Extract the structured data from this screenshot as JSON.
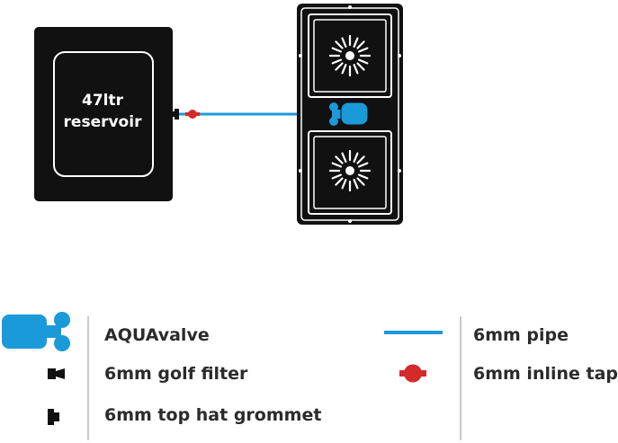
{
  "reservoir": {
    "label_line1": "47ltr",
    "label_line2": "reservoir"
  },
  "legend": {
    "aquavalve": "AQUAvalve",
    "golf_filter": "6mm golf filter",
    "top_hat_grommet": "6mm top hat grommet",
    "pipe": "6mm pipe",
    "inline_tap": "6mm inline tap"
  },
  "colors": {
    "background": "#ffffff",
    "unit": "#111111",
    "aquavalve_blue": "#1a9ad9",
    "pipe_blue": "#1a9ad9",
    "tap_red": "#d42a2a",
    "divider": "#c9c9c9",
    "text": "#2b2b2b"
  }
}
